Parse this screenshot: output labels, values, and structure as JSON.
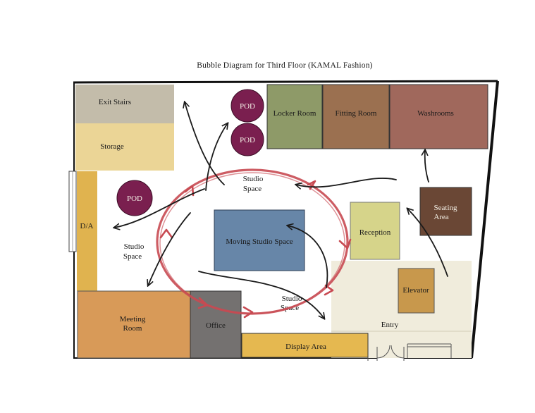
{
  "title": "Bubble Diagram for Third Floor (KAMAL Fashion)",
  "rooms": {
    "exit_stairs": "Exit Stairs",
    "storage": "Storage",
    "locker_room": "Locker Room",
    "fitting_room": "Fitting Room",
    "washrooms": "Washrooms",
    "da": "D/A",
    "moving_studio": "Moving Studio Space",
    "reception": "Reception",
    "seating_line1": "Seating",
    "seating_line2": "Area",
    "elevator": "Elevator",
    "meeting_line1": "Meeting",
    "meeting_line2": "Room",
    "office": "Office",
    "display_area": "Display Area",
    "entry": "Entry"
  },
  "pods": [
    "POD",
    "POD",
    "POD"
  ],
  "studio_labels": {
    "line1": "Studio",
    "line2": "Space"
  },
  "colors": {
    "exit_stairs": "#c3bcaa",
    "storage": "#ebd596",
    "locker_room": "#8e9a68",
    "fitting_room": "#9b7050",
    "washrooms": "#a0685c",
    "da": "#e0b34f",
    "moving_studio": "#6786a8",
    "reception": "#d6d48a",
    "seating": "#6a4735",
    "elevator": "#c8984c",
    "entry_zone": "#f0ecdc",
    "meeting": "#d89a58",
    "office": "#747170",
    "display": "#e5b850",
    "pod": "#7a1f4f",
    "circulation": "#c84a52",
    "arrow": "#1a1a1a",
    "wall": "#111111"
  }
}
